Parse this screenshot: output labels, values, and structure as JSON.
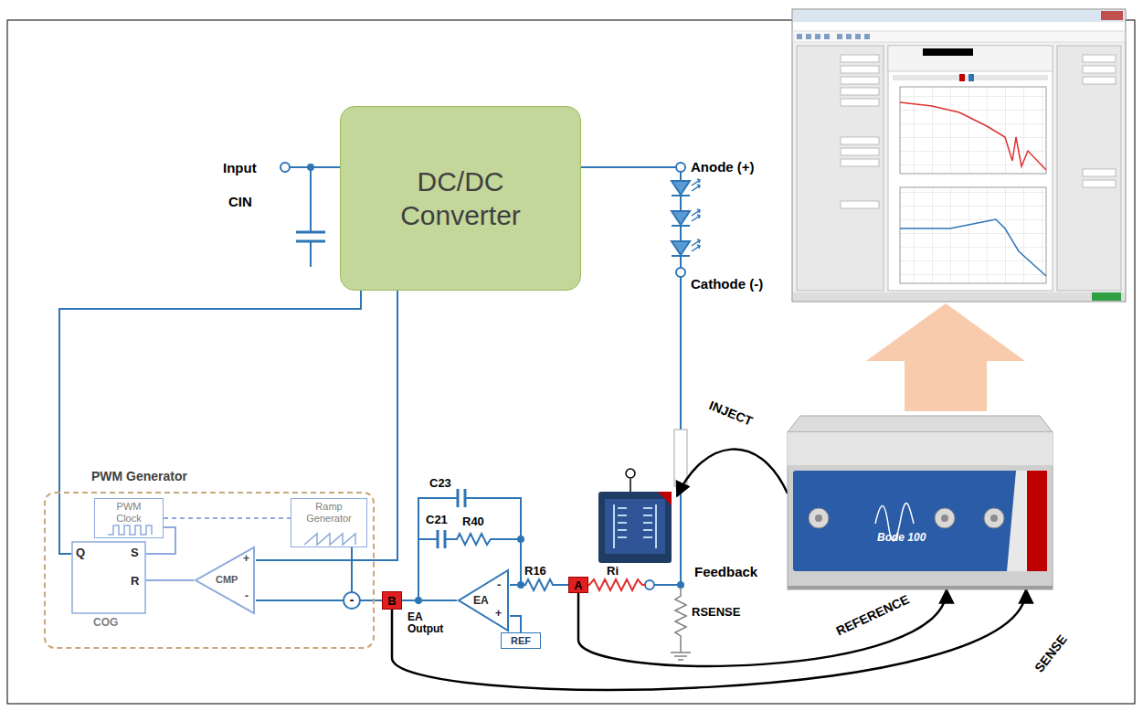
{
  "diagram": {
    "nodes": [
      {
        "text": [
          "DC/DC Converter"
        ]
      },
      {
        "text": [
          "PWM Generator"
        ]
      },
      {
        "text": [
          "PWM Clock"
        ],
        "in": 1
      },
      {
        "text": [
          "Ramp Generator"
        ],
        "in": 1
      },
      {
        "text": [
          "Q",
          "S",
          "R",
          "COG"
        ],
        "in": 1
      },
      {
        "text": [
          "CMP",
          "+",
          "-"
        ],
        "in": 1
      },
      {
        "text": [
          "EA",
          "-",
          "+"
        ]
      },
      {
        "text": [
          "REF"
        ]
      },
      {
        "text": [
          "B"
        ]
      },
      {
        "text": [
          "A"
        ]
      },
      {
        "text": [
          "Bode 100"
        ]
      }
    ],
    "edges": [
      {
        "from": 2,
        "to": 3,
        "arrow": "none"
      },
      {
        "from": 2,
        "to": 4,
        "arrow": "none"
      },
      {
        "from": 5,
        "to": 4,
        "arrow": "none"
      },
      {
        "from": 7,
        "to": 6,
        "arrow": "none"
      },
      {
        "from": 6,
        "to": 8,
        "arrow": "none"
      },
      {
        "from": 8,
        "to": 10,
        "arrow": "to",
        "label": "SENSE"
      },
      {
        "from": 9,
        "to": 10,
        "arrow": "to",
        "label": "REFERENCE"
      }
    ],
    "labels": [
      "Input",
      "CIN",
      "Anode (+)",
      "Cathode (-)",
      "INJECT",
      "C23",
      "C21",
      "R40",
      "R16",
      "Ri",
      "Feedback",
      "EA Output",
      "RSENSE",
      "-"
    ]
  }
}
